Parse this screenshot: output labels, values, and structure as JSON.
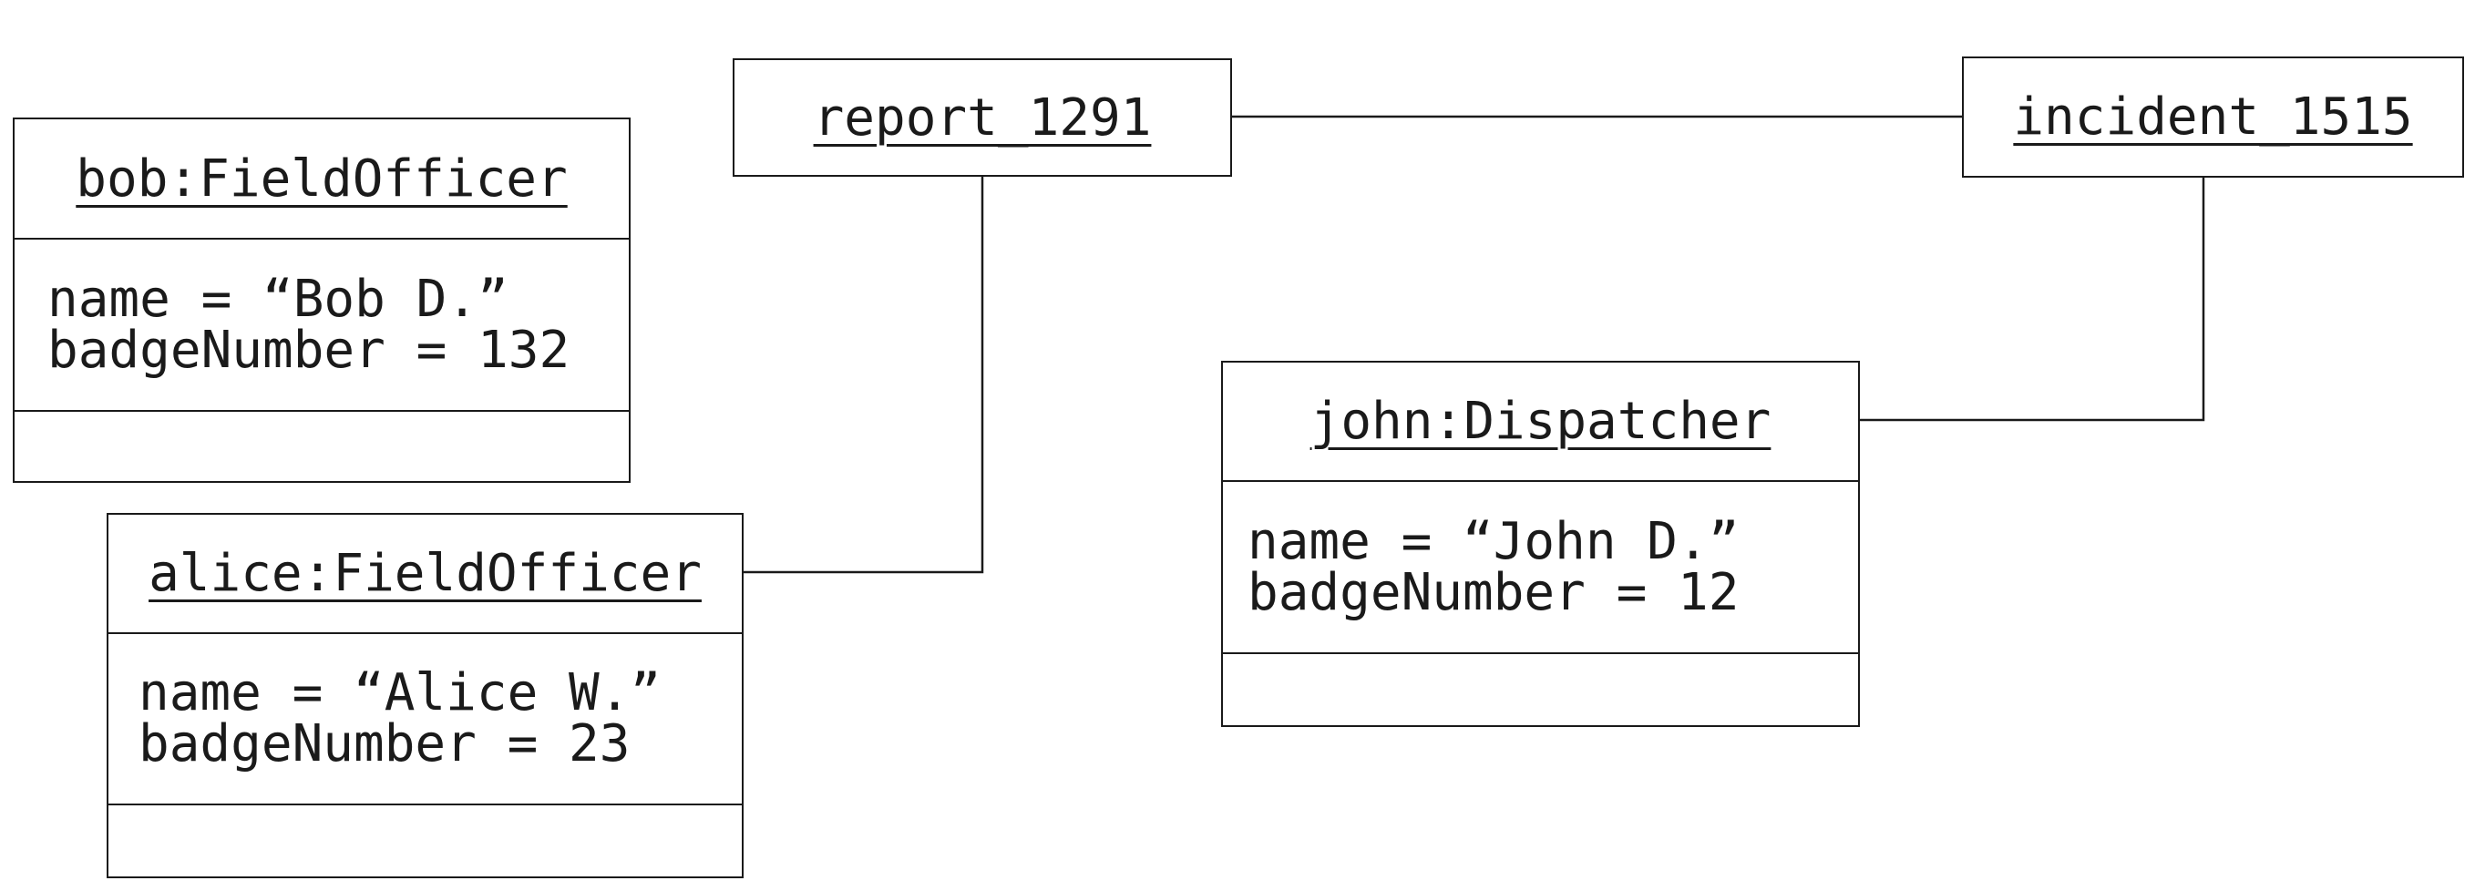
{
  "objects": {
    "bob": {
      "title": "bob:FieldOfficer",
      "attr_name": "name = “Bob D.”",
      "attr_badge": "badgeNumber = 132"
    },
    "alice": {
      "title": "alice:FieldOfficer",
      "attr_name": "name = “Alice W.”",
      "attr_badge": "badgeNumber = 23"
    },
    "report": {
      "title": "report_1291"
    },
    "incident": {
      "title": "incident_1515"
    },
    "john": {
      "title": "john:Dispatcher",
      "attr_name": "name = “John D.”",
      "attr_badge": "badgeNumber = 12"
    }
  },
  "links": [
    {
      "from": "report",
      "to": "incident"
    },
    {
      "from": "report",
      "to": "alice"
    },
    {
      "from": "incident",
      "to": "john"
    }
  ]
}
